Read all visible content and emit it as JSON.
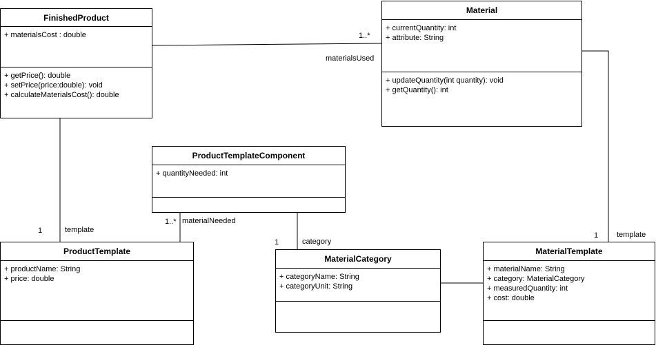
{
  "classes": {
    "finished_product": {
      "name": "FinishedProduct",
      "attributes": [
        "+ materialsCost : double"
      ],
      "methods": [
        "+ getPrice(): double",
        "+ setPrice(price:double): void",
        "+ calculateMaterialsCost(): double"
      ]
    },
    "material": {
      "name": "Material",
      "attributes": [
        "+ currentQuantity: int",
        "+ attribute: String"
      ],
      "methods": [
        "+ updateQuantity(int quantity): void",
        "+ getQuantity(): int"
      ]
    },
    "product_template_component": {
      "name": "ProductTemplateComponent",
      "attributes": [
        "+ quantityNeeded: int"
      ],
      "methods": []
    },
    "product_template": {
      "name": "ProductTemplate",
      "attributes": [
        "+ productName: String",
        "+ price: double"
      ],
      "methods": []
    },
    "material_category": {
      "name": "MaterialCategory",
      "attributes": [
        "+ categoryName: String",
        "+ categoryUnit: String"
      ],
      "methods": []
    },
    "material_template": {
      "name": "MaterialTemplate",
      "attributes": [
        "+ materialName: String",
        "+ category: MaterialCategory",
        "+ measuredQuantity: int",
        "+ cost: double"
      ],
      "methods": []
    }
  },
  "associations": {
    "materials_used": {
      "multiplicity": "1..*",
      "role": "materialsUsed"
    },
    "product_template": {
      "multiplicity": "1",
      "role": "template"
    },
    "material_needed": {
      "multiplicity": "1..*",
      "role": "materialNeeded"
    },
    "category": {
      "multiplicity": "1",
      "role": "category"
    },
    "material_template": {
      "multiplicity": "1",
      "role": "template"
    }
  }
}
